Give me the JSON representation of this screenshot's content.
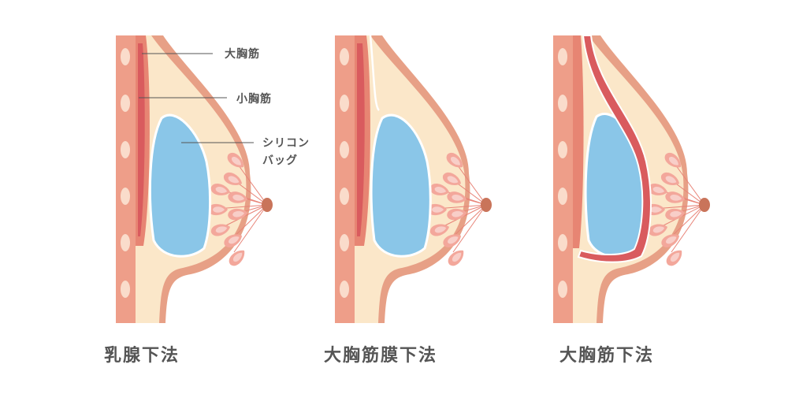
{
  "annotations": {
    "pec_major": "大胸筋",
    "pec_minor": "小胸筋",
    "implant_line1": "シリコン",
    "implant_line2": "バッグ"
  },
  "diagrams": [
    {
      "id": "subglandular",
      "label": "乳腺下法"
    },
    {
      "id": "subfascial",
      "label": "大胸筋膜下法"
    },
    {
      "id": "submuscular",
      "label": "大胸筋下法"
    }
  ],
  "colors": {
    "skin_outer": "#E7A086",
    "fat": "#FBE7C9",
    "ribcage": "#EE9E89",
    "rib_bone": "#FADCCB",
    "muscle_outer": "#E78573",
    "muscle_inner": "#D95B5E",
    "implant": "#8AC6E8",
    "implant_outline": "#FFFFFF",
    "gland": "#F3A79B",
    "gland_dark": "#E88478",
    "nipple": "#C9745A",
    "text": "#555555"
  }
}
